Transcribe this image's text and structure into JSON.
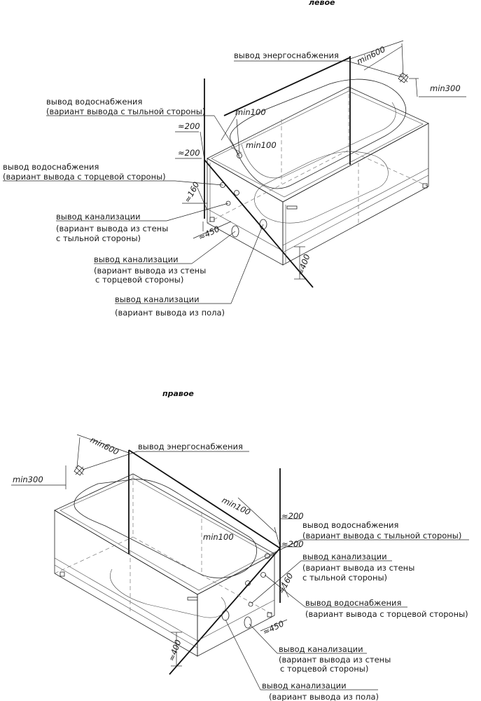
{
  "titles": {
    "left": "левое",
    "right": "правое"
  },
  "left": {
    "power": "вывод энергоснабжения",
    "water_back_1": "вывод водоснабжения",
    "water_back_2": "(вариант вывода с тыльной стороны)",
    "water_end_1": "вывод водоснабжения",
    "water_end_2": "(вариант вывода с торцевой стороны)",
    "drain_back_1": "вывод канализации",
    "drain_back_2": "(вариант вывода из стены",
    "drain_back_3": "с тыльной стороны)",
    "drain_end_1": "вывод канализации",
    "drain_end_2": "(вариант вывода из стены",
    "drain_end_3": "с торцевой стороны)",
    "drain_floor_1": "вывод канализации",
    "drain_floor_2": "(вариант вывода из пола)",
    "dims": {
      "min600": "min600",
      "min300": "min300",
      "min100_a": "min100",
      "min100_b": "min100",
      "d200_a": "≈200",
      "d200_b": "≈200",
      "d160": "≈160",
      "d450": "≈450",
      "d400": "≈400"
    }
  },
  "right": {
    "power": "вывод энергоснабжения",
    "water_back_1": "вывод водоснабжения",
    "water_back_2": "(вариант вывода с тыльной стороны)",
    "water_end_1": "вывод водоснабжения",
    "water_end_2": "(вариант вывода с торцевой стороны)",
    "drain_back_1": "вывод канализации",
    "drain_back_2": "(вариант вывода из стены",
    "drain_back_3": "с тыльной стороны)",
    "drain_end_1": "вывод канализации",
    "drain_end_2": "(вариант вывода из стены",
    "drain_end_3": "с торцевой стороны)",
    "drain_floor_1": "вывод канализации",
    "drain_floor_2": "(вариант вывода из пола)",
    "dims": {
      "min600": "min600",
      "min300": "min300",
      "min100_a": "min100",
      "min100_b": "min100",
      "d200_a": "≈200",
      "d200_b": "≈200",
      "d160": "≈160",
      "d450": "≈450",
      "d400": "≈400"
    }
  }
}
